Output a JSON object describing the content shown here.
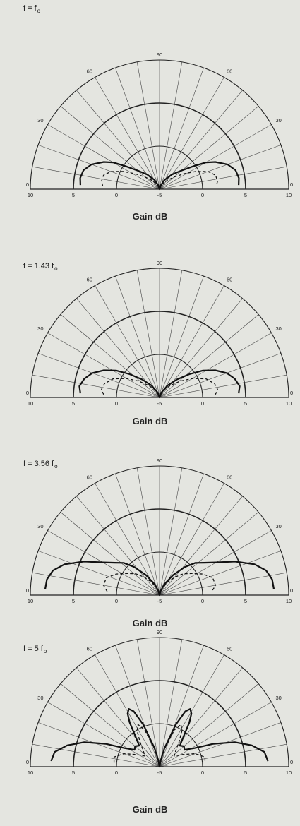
{
  "chart_data": [
    {
      "type": "polar-line",
      "title": "f = f",
      "title_sub": "o",
      "xlabel": "Gain dB",
      "r_ticks": [
        "10",
        "5",
        "0",
        "-5",
        "0",
        "5",
        "10"
      ],
      "angle_ticks": [
        "0",
        "30",
        "60",
        "90",
        "60",
        "30",
        "0"
      ],
      "r_range_db": [
        -5,
        10
      ],
      "angle_range_deg": [
        0,
        180
      ],
      "series": [
        {
          "style": "solid",
          "points": [
            [
              3,
              4.2
            ],
            [
              8,
              4.3
            ],
            [
              14,
              4.1
            ],
            [
              20,
              3.4
            ],
            [
              26,
              2.2
            ],
            [
              30,
              1.2
            ],
            [
              34,
              -0.2
            ],
            [
              40,
              -1.6
            ],
            [
              50,
              -2.8
            ],
            [
              62,
              -3.8
            ],
            [
              75,
              -4.6
            ],
            [
              90,
              -5
            ],
            [
              105,
              -4.6
            ],
            [
              118,
              -3.8
            ],
            [
              130,
              -2.8
            ],
            [
              140,
              -1.6
            ],
            [
              146,
              -0.2
            ],
            [
              150,
              1.2
            ],
            [
              154,
              2.2
            ],
            [
              160,
              3.4
            ],
            [
              166,
              4.1
            ],
            [
              172,
              4.3
            ],
            [
              177,
              4.2
            ]
          ]
        },
        {
          "style": "dashed",
          "points": [
            [
              3,
              1.6
            ],
            [
              8,
              1.8
            ],
            [
              14,
              1.7
            ],
            [
              20,
              1.0
            ],
            [
              26,
              -0.3
            ],
            [
              32,
              -1.6
            ],
            [
              40,
              -2.8
            ],
            [
              50,
              -3.7
            ],
            [
              65,
              -4.4
            ],
            [
              90,
              -5
            ],
            [
              115,
              -4.4
            ],
            [
              130,
              -3.7
            ],
            [
              140,
              -2.8
            ],
            [
              148,
              -1.6
            ],
            [
              154,
              -0.3
            ],
            [
              160,
              1.0
            ],
            [
              166,
              1.7
            ],
            [
              172,
              1.8
            ],
            [
              177,
              1.6
            ]
          ]
        }
      ]
    },
    {
      "type": "polar-line",
      "title": "f = 1.43 f",
      "title_sub": "o",
      "xlabel": "Gain dB",
      "r_ticks": [
        "10",
        "5",
        "0",
        "-5",
        "0",
        "5",
        "10"
      ],
      "angle_ticks": [
        "0",
        "30",
        "60",
        "90",
        "60",
        "30",
        "0"
      ],
      "r_range_db": [
        -5,
        10
      ],
      "angle_range_deg": [
        0,
        180
      ],
      "series": [
        {
          "style": "solid",
          "points": [
            [
              3,
              4.2
            ],
            [
              8,
              4.4
            ],
            [
              14,
              4.0
            ],
            [
              20,
              3.3
            ],
            [
              26,
              2.2
            ],
            [
              32,
              0.9
            ],
            [
              38,
              -0.6
            ],
            [
              46,
              -2.1
            ],
            [
              56,
              -3.3
            ],
            [
              70,
              -4.4
            ],
            [
              90,
              -5
            ],
            [
              110,
              -4.4
            ],
            [
              124,
              -3.3
            ],
            [
              134,
              -2.1
            ],
            [
              142,
              -0.6
            ],
            [
              148,
              0.9
            ],
            [
              154,
              2.2
            ],
            [
              160,
              3.3
            ],
            [
              166,
              4.0
            ],
            [
              172,
              4.4
            ],
            [
              177,
              4.2
            ]
          ]
        },
        {
          "style": "dashed",
          "points": [
            [
              3,
              1.5
            ],
            [
              8,
              1.8
            ],
            [
              14,
              1.6
            ],
            [
              22,
              0.8
            ],
            [
              30,
              -0.6
            ],
            [
              38,
              -1.9
            ],
            [
              48,
              -3.1
            ],
            [
              60,
              -4.0
            ],
            [
              75,
              -4.7
            ],
            [
              90,
              -5
            ],
            [
              105,
              -4.7
            ],
            [
              120,
              -4.0
            ],
            [
              132,
              -3.1
            ],
            [
              142,
              -1.9
            ],
            [
              150,
              -0.6
            ],
            [
              158,
              0.8
            ],
            [
              166,
              1.6
            ],
            [
              172,
              1.8
            ],
            [
              177,
              1.5
            ]
          ]
        }
      ]
    },
    {
      "type": "polar-line",
      "title": "f = 3.56 f",
      "title_sub": "o",
      "xlabel": "Gain dB",
      "r_ticks": [
        "10",
        "5",
        "0",
        "-5",
        "0",
        "5",
        "10"
      ],
      "angle_ticks": [
        "0",
        "30",
        "60",
        "90",
        "60",
        "30",
        "0"
      ],
      "r_range_db": [
        -5,
        10
      ],
      "angle_range_deg": [
        0,
        180
      ],
      "series": [
        {
          "style": "solid",
          "points": [
            [
              3,
              8.3
            ],
            [
              8,
              8.2
            ],
            [
              13,
              7.7
            ],
            [
              18,
              6.6
            ],
            [
              24,
              4.6
            ],
            [
              30,
              2.6
            ],
            [
              36,
              1.4
            ],
            [
              42,
              0.6
            ],
            [
              48,
              -0.6
            ],
            [
              56,
              -2.2
            ],
            [
              66,
              -3.6
            ],
            [
              78,
              -4.6
            ],
            [
              90,
              -5
            ],
            [
              102,
              -4.6
            ],
            [
              114,
              -3.6
            ],
            [
              124,
              -2.2
            ],
            [
              132,
              -0.6
            ],
            [
              138,
              0.6
            ],
            [
              144,
              1.4
            ],
            [
              150,
              2.6
            ],
            [
              156,
              4.6
            ],
            [
              162,
              6.6
            ],
            [
              167,
              7.7
            ],
            [
              172,
              8.2
            ],
            [
              177,
              8.3
            ]
          ]
        },
        {
          "style": "dashed",
          "points": [
            [
              4,
              1.1
            ],
            [
              10,
              1.6
            ],
            [
              18,
              1.5
            ],
            [
              26,
              0.6
            ],
            [
              34,
              -0.5
            ],
            [
              42,
              -1.3
            ],
            [
              50,
              -2.3
            ],
            [
              58,
              -3.2
            ],
            [
              70,
              -4.2
            ],
            [
              90,
              -5
            ],
            [
              110,
              -4.2
            ],
            [
              122,
              -3.2
            ],
            [
              130,
              -2.3
            ],
            [
              138,
              -1.3
            ],
            [
              146,
              -0.5
            ],
            [
              154,
              0.6
            ],
            [
              162,
              1.5
            ],
            [
              170,
              1.6
            ],
            [
              176,
              1.1
            ]
          ]
        }
      ]
    },
    {
      "type": "polar-line",
      "title": "f = 5 f",
      "title_sub": "o",
      "xlabel": "Gain dB",
      "r_ticks": [
        "10",
        "5",
        "0",
        "-5",
        "0",
        "5",
        "10"
      ],
      "angle_ticks": [
        "0",
        "30",
        "60",
        "90",
        "60",
        "30",
        "0"
      ],
      "r_range_db": [
        -5,
        10
      ],
      "angle_range_deg": [
        0,
        180
      ],
      "series": [
        {
          "style": "solid",
          "points": [
            [
              3,
              7.6
            ],
            [
              8,
              7.3
            ],
            [
              13,
              6.0
            ],
            [
              18,
              4.2
            ],
            [
              23,
              1.8
            ],
            [
              28,
              -0.4
            ],
            [
              34,
              -1.5
            ],
            [
              40,
              -1.3
            ],
            [
              46,
              -1.6
            ],
            [
              52,
              -0.4
            ],
            [
              56,
              1.2
            ],
            [
              59,
              2.2
            ],
            [
              62,
              2.6
            ],
            [
              65,
              2.1
            ],
            [
              69,
              0.2
            ],
            [
              75,
              -2.8
            ],
            [
              80,
              -4.3
            ],
            [
              90,
              -5
            ],
            [
              100,
              -4.3
            ],
            [
              105,
              -2.8
            ],
            [
              111,
              0.2
            ],
            [
              115,
              2.1
            ],
            [
              118,
              2.6
            ],
            [
              121,
              2.2
            ],
            [
              124,
              1.2
            ],
            [
              128,
              -0.4
            ],
            [
              134,
              -1.6
            ],
            [
              140,
              -1.3
            ],
            [
              146,
              -1.5
            ],
            [
              152,
              -0.4
            ],
            [
              157,
              1.8
            ],
            [
              162,
              4.2
            ],
            [
              167,
              6.0
            ],
            [
              172,
              7.3
            ],
            [
              177,
              7.6
            ]
          ]
        },
        {
          "style": "dashed",
          "points": [
            [
              5,
              0.3
            ],
            [
              12,
              0.4
            ],
            [
              20,
              -0.6
            ],
            [
              28,
              -2.0
            ],
            [
              36,
              -2.9
            ],
            [
              44,
              -2.4
            ],
            [
              52,
              -1.3
            ],
            [
              58,
              -0.1
            ],
            [
              63,
              0.5
            ],
            [
              68,
              -0.4
            ],
            [
              74,
              -2.8
            ],
            [
              80,
              -4.4
            ],
            [
              90,
              -5
            ],
            [
              100,
              -4.4
            ],
            [
              106,
              -2.8
            ],
            [
              112,
              -0.4
            ],
            [
              117,
              0.5
            ],
            [
              122,
              -0.1
            ],
            [
              128,
              -1.3
            ],
            [
              136,
              -2.4
            ],
            [
              144,
              -2.9
            ],
            [
              152,
              -2.0
            ],
            [
              160,
              -0.6
            ],
            [
              168,
              0.4
            ],
            [
              175,
              0.3
            ]
          ]
        }
      ]
    }
  ]
}
